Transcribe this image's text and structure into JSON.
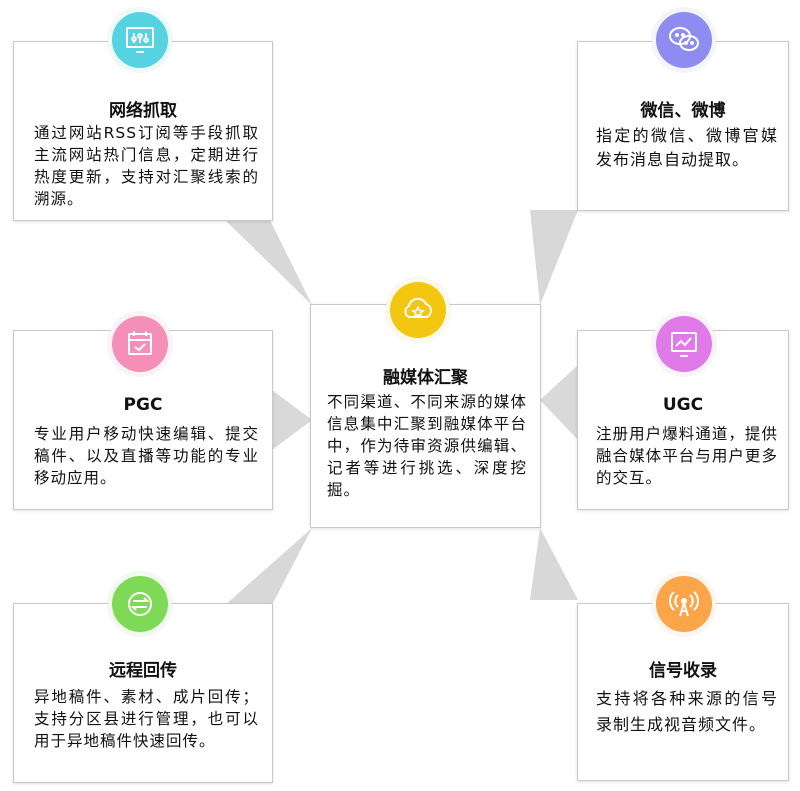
{
  "center": {
    "title": "融媒体汇聚",
    "description": "不同渠道、不同来源的媒体信息集中汇聚到融媒体平台中，作为待审资源供编辑、记者等进行挑选、深度挖掘。",
    "icon": "cloud-star-icon",
    "color": "#f3c60f"
  },
  "nodes": [
    {
      "id": "web",
      "title": "网络抓取",
      "description": "通过网站RSS订阅等手段抓取主流网站热门信息，定期进行热度更新，支持对汇聚线索的溯源。",
      "icon": "monitor-settings-icon",
      "color": "#55d3e0"
    },
    {
      "id": "wechat",
      "title": "微信、微博",
      "description": "指定的微信、微博官媒发布消息自动提取。",
      "icon": "wechat-icon",
      "color": "#8e8cf0"
    },
    {
      "id": "pgc",
      "title": "PGC",
      "description": "专业用户移动快速编辑、提交稿件、以及直播等功能的专业移动应用。",
      "icon": "calendar-check-icon",
      "color": "#f58fb7"
    },
    {
      "id": "ugc",
      "title": "UGC",
      "description": "注册用户爆料通道，提供融合媒体平台与用户更多的交互。",
      "icon": "monitor-chart-icon",
      "color": "#e07ae8"
    },
    {
      "id": "remote",
      "title": "远程回传",
      "description": "异地稿件、素材、成片回传；支持分区县进行管理，也可以用于异地稿件快速回传。",
      "icon": "transfer-arrows-icon",
      "color": "#7ed957"
    },
    {
      "id": "signal",
      "title": "信号收录",
      "description": "支持将各种来源的信号录制生成视音频文件。",
      "icon": "antenna-signal-icon",
      "color": "#fba54b"
    }
  ]
}
